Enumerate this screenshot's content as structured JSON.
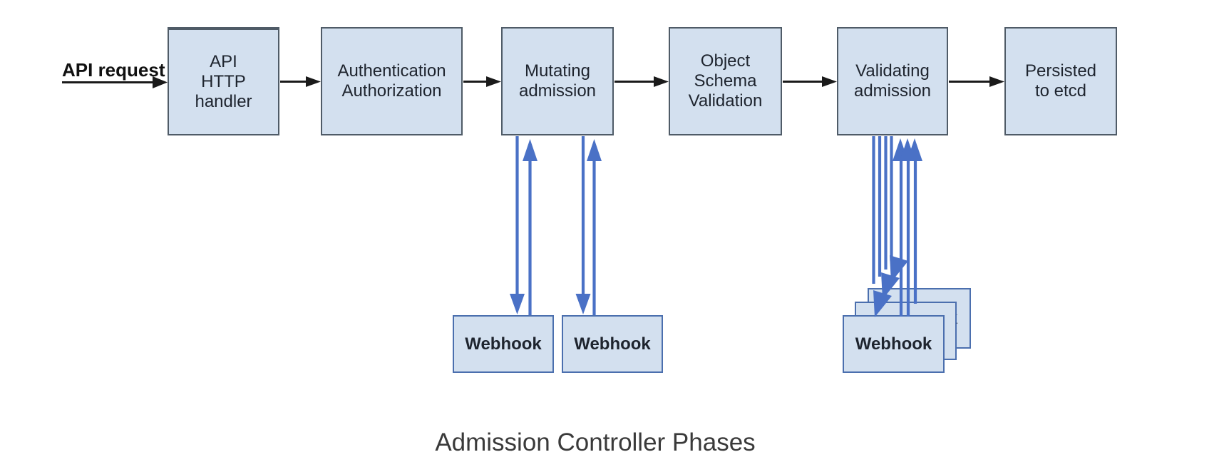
{
  "diagram_caption": "Admission Controller Phases",
  "flow": {
    "input_label": "API request",
    "phases": [
      {
        "id": "api-http-handler",
        "label": "API\nHTTP\nhandler"
      },
      {
        "id": "authentication-authorization",
        "label": "Authentication\nAuthorization"
      },
      {
        "id": "mutating-admission",
        "label": "Mutating\nadmission"
      },
      {
        "id": "object-schema-validation",
        "label": "Object\nSchema\nValidation"
      },
      {
        "id": "validating-admission",
        "label": "Validating\nadmission"
      },
      {
        "id": "persisted-to-etcd",
        "label": "Persisted\nto etcd"
      }
    ]
  },
  "webhooks": {
    "mutating": [
      {
        "label": "Webhook"
      },
      {
        "label": "Webhook"
      }
    ],
    "validating": [
      {
        "label": "Webhook"
      },
      {
        "label": "Webhook"
      },
      {
        "label": "Webhook"
      }
    ]
  },
  "colors": {
    "box_fill": "#d3e0ef",
    "box_border": "#4f5b67",
    "webhook_box_border": "#4b6fae",
    "flow_arrow": "#1a1a1a",
    "webhook_arrow": "#4a71c6",
    "label_text": "#1e242e",
    "caption_text": "#3a3a3a"
  }
}
